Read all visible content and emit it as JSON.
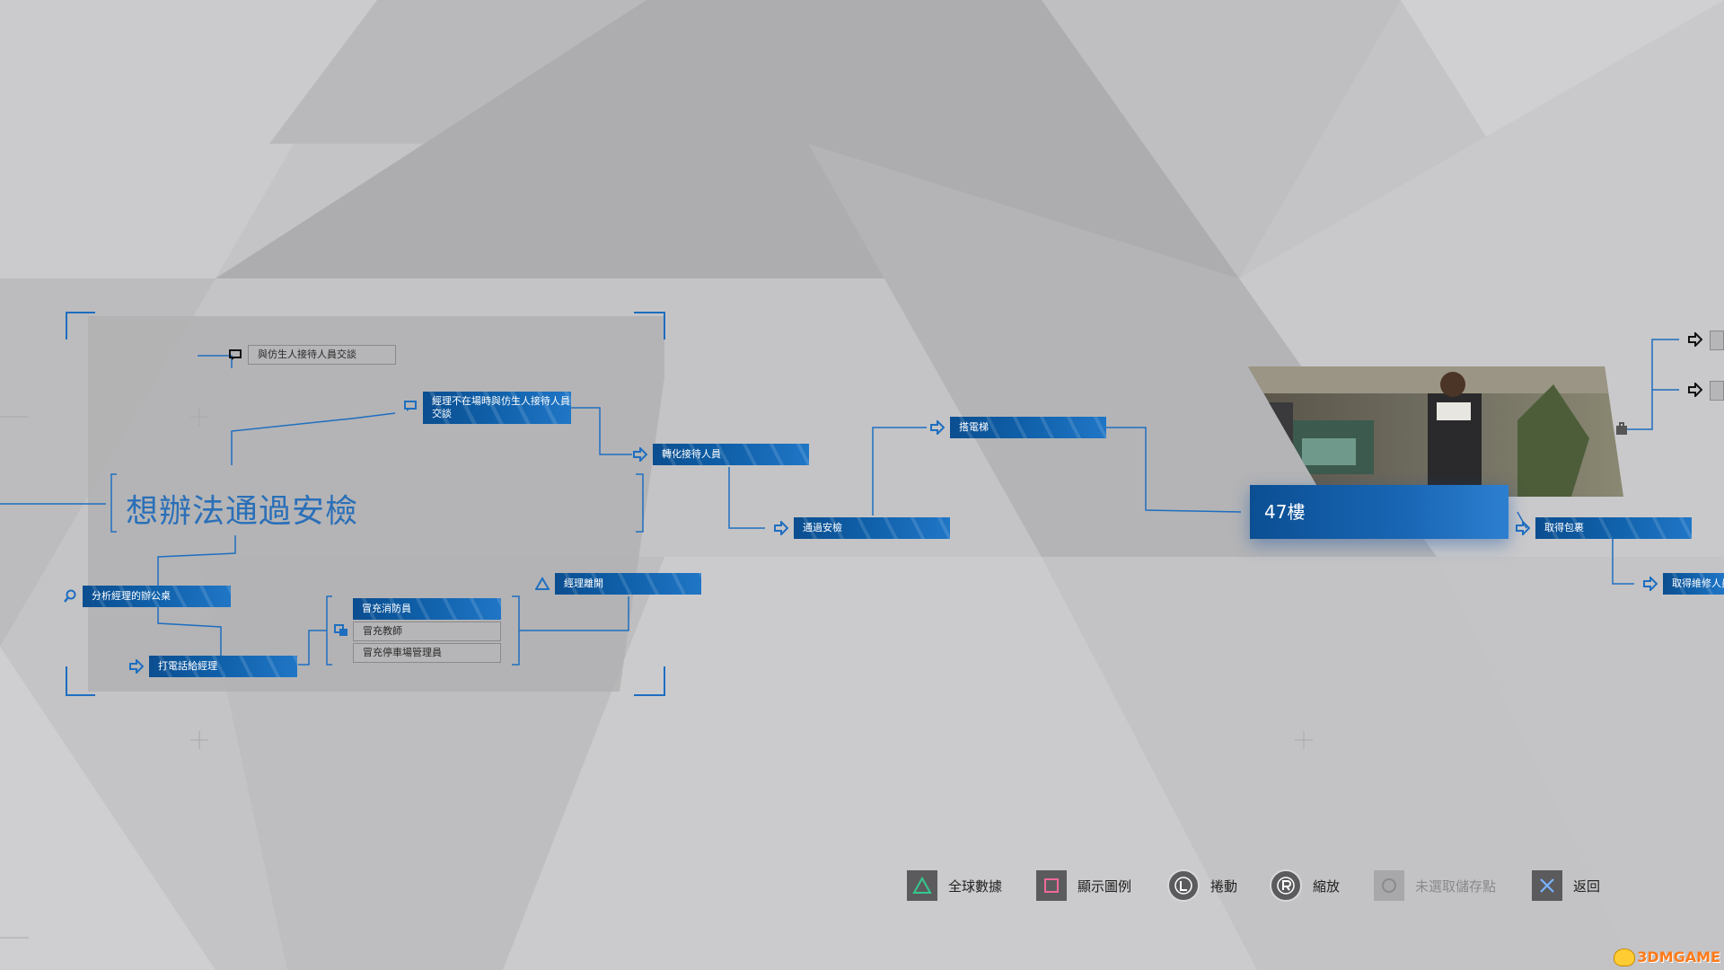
{
  "objective": "想辦法通過安檢",
  "nodes": {
    "talk_android": "與仿生人接待人員交談",
    "manager_absent": "經理不在場時與仿生人接待人員交談",
    "convert_receptionist": "轉化接待人員",
    "analyze_office": "分析經理的辦公桌",
    "call_manager": "打電話給經理",
    "pose_firefighter": "冒充消防員",
    "pose_teacher": "冒充教師",
    "pose_parking": "冒充停車場管理員",
    "manager_leaves": "經理離開",
    "pass_security": "通過安檢",
    "take_elevator": "搭電梯",
    "get_package": "取得包裹",
    "get_repair": "取得維修人員"
  },
  "floor_label": "47樓",
  "legend": [
    {
      "icon": "triangle-icon",
      "label": "全球數據",
      "color": "#35c88f"
    },
    {
      "icon": "square-icon",
      "label": "顯示圖例",
      "color": "#f06a9c"
    },
    {
      "icon": "l-stick-icon",
      "label": "捲動",
      "color": "#ffffff"
    },
    {
      "icon": "r-stick-icon",
      "label": "縮放",
      "color": "#ffffff"
    },
    {
      "icon": "circle-icon",
      "label": "未選取儲存點",
      "color": "#8a8a8c"
    },
    {
      "icon": "cross-icon",
      "label": "返回",
      "color": "#7ab3ff"
    }
  ],
  "watermark": "3DMGAME",
  "colors": {
    "node_blue": "#0f5fa8",
    "line_blue": "#1e6ec0",
    "background": "#c4c4c6"
  }
}
